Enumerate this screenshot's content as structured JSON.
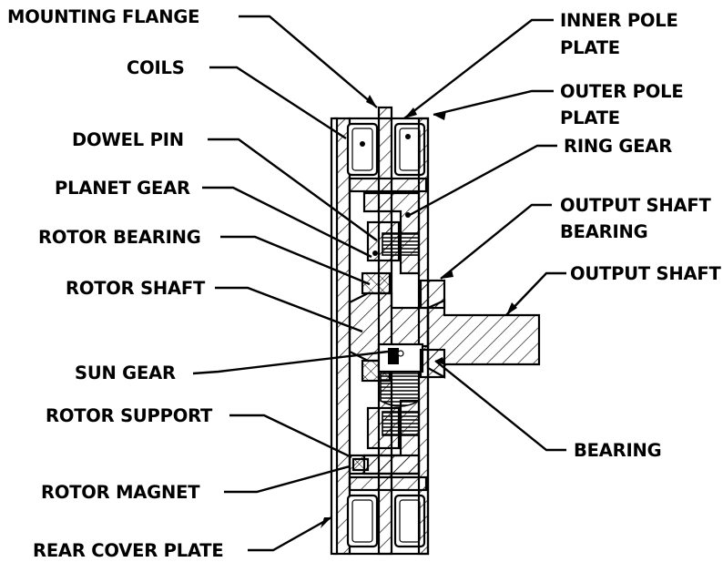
{
  "labels": {
    "mounting_flange": "MOUNTING FLANGE",
    "coils": "COILS",
    "dowel_pin": "DOWEL PIN",
    "planet_gear": "PLANET GEAR",
    "rotor_bearing": "ROTOR BEARING",
    "rotor_shaft": "ROTOR SHAFT",
    "sun_gear": "SUN GEAR",
    "rotor_support": "ROTOR SUPPORT",
    "rotor_magnet": "ROTOR MAGNET",
    "rear_cover_plate": "REAR COVER PLATE",
    "inner_pole_plate_1": "INNER POLE",
    "inner_pole_plate_2": "PLATE",
    "outer_pole_plate_1": "OUTER POLE",
    "outer_pole_plate_2": "PLATE",
    "ring_gear": "RING GEAR",
    "output_shaft_bearing_1": "OUTPUT SHAFT",
    "output_shaft_bearing_2": "BEARING",
    "output_shaft": "OUTPUT SHAFT",
    "bearing": "BEARING"
  }
}
